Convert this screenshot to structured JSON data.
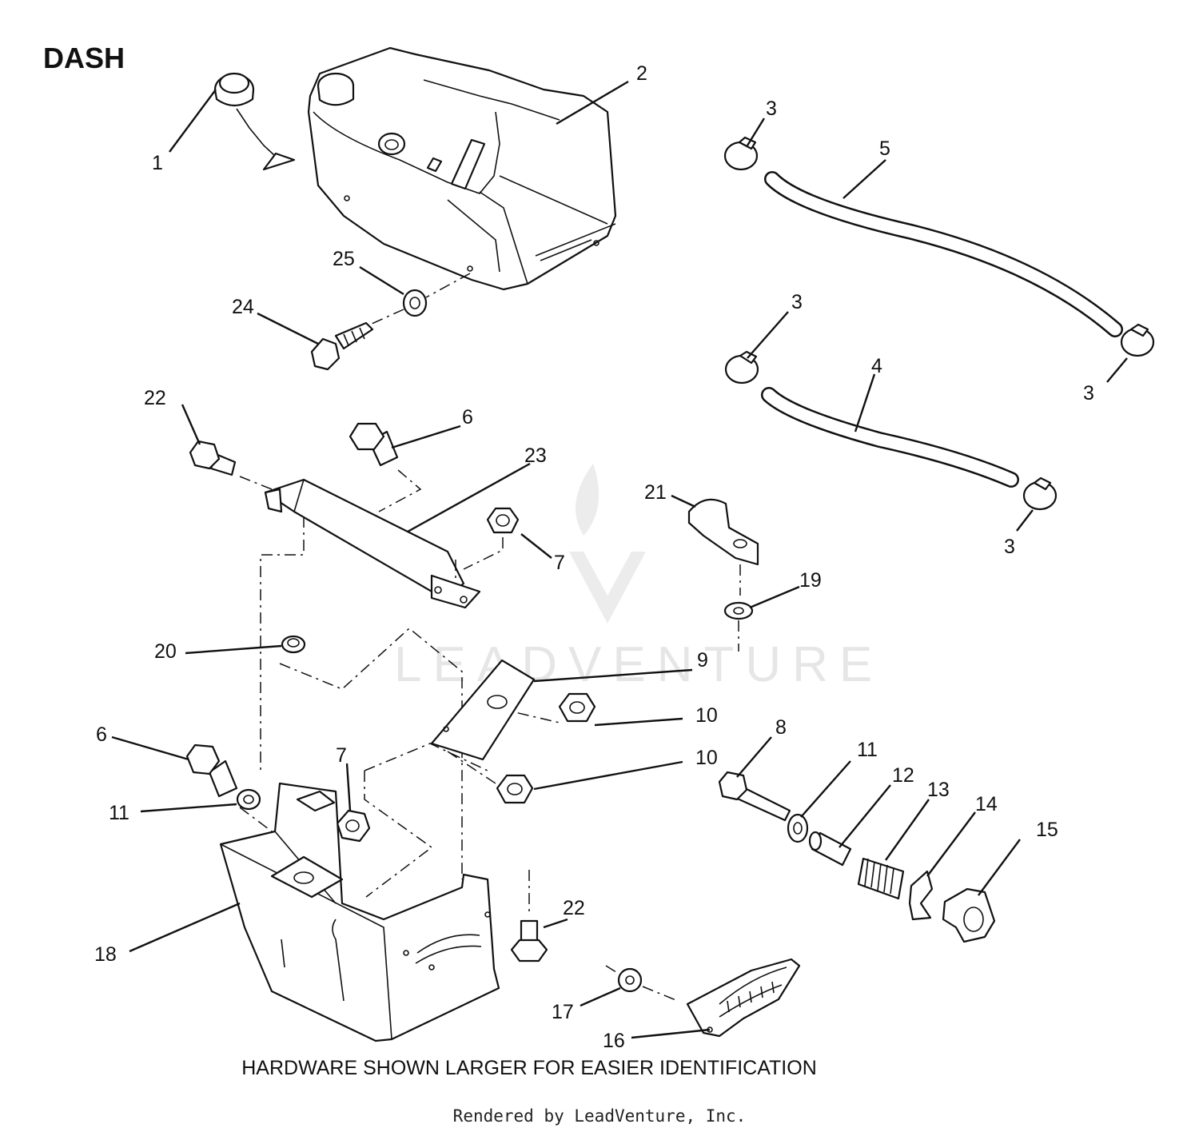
{
  "title": "DASH",
  "footer_note": "HARDWARE SHOWN LARGER FOR EASIER IDENTIFICATION",
  "credit": "Rendered by LeadVenture, Inc.",
  "watermark": "LEADVENTURE",
  "callouts": {
    "c1": "1",
    "c2": "2",
    "c3a": "3",
    "c3b": "3",
    "c3c": "3",
    "c3d": "3",
    "c4": "4",
    "c5": "5",
    "c6a": "6",
    "c6b": "6",
    "c7a": "7",
    "c7b": "7",
    "c8": "8",
    "c9": "9",
    "c10a": "10",
    "c10b": "10",
    "c11a": "11",
    "c11b": "11",
    "c12": "12",
    "c13": "13",
    "c14": "14",
    "c15": "15",
    "c16": "16",
    "c17": "17",
    "c18": "18",
    "c19": "19",
    "c20": "20",
    "c21": "21",
    "c22a": "22",
    "c22b": "22",
    "c23": "23",
    "c24": "24",
    "c25": "25"
  }
}
